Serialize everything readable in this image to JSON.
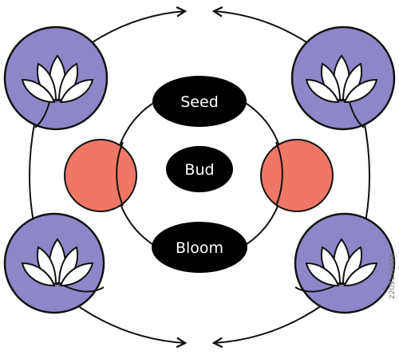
{
  "stages": {
    "top": "Seed",
    "middle": "Bud",
    "bottom": "Bloom"
  },
  "watermark_id": "2209116838",
  "colors": {
    "circle_purple": "#8d86c9",
    "circle_coral": "#ef7766",
    "pill_black": "#000000",
    "line": "#111111",
    "background": "#ffffff"
  },
  "icons": [
    "lotus-icon",
    "lotus-icon",
    "lotus-icon",
    "lotus-icon"
  ]
}
